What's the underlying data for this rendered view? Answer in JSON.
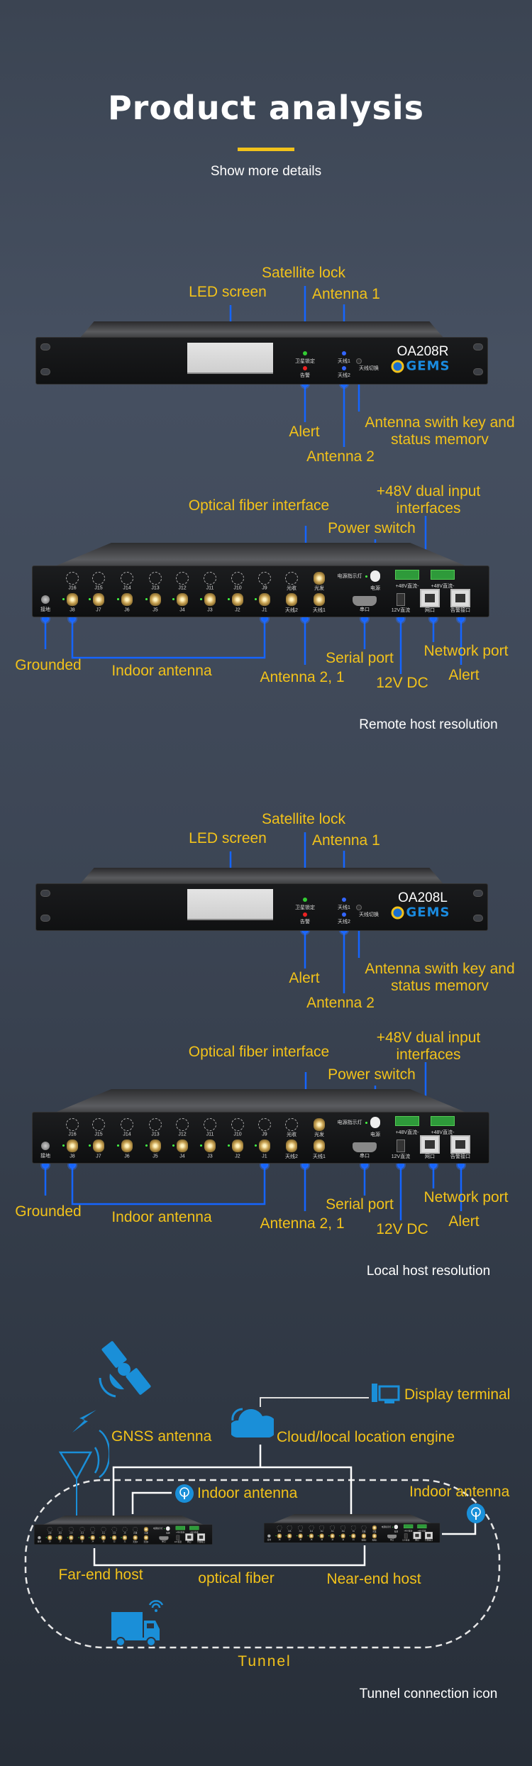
{
  "header": {
    "title": "Product analysis",
    "subtitle": "Show more details"
  },
  "colors": {
    "accent": "#f2c21a",
    "callout": "#1565ff",
    "icon_blue": "#1a8fd8"
  },
  "front_silk": {
    "sat_lock": "卫星锁定",
    "alert": "告警",
    "ant1": "天线1",
    "ant2": "天线2",
    "switch": "天线切换",
    "brand": "GEMS"
  },
  "back_silk": {
    "top_row": [
      "J16",
      "J15",
      "J14",
      "J13",
      "J12",
      "J11",
      "J10",
      "J9",
      "光收",
      "光发"
    ],
    "bottom_row": [
      "J8",
      "J7",
      "J6",
      "J5",
      "J4",
      "J3",
      "J2",
      "J1",
      "天线2",
      "天线1"
    ],
    "ground": "接地",
    "power_indicator": "电源指示灯",
    "power": "电源",
    "dc48": "+48V直流-",
    "serial": "串口",
    "dc12": "12V直流",
    "network": "网口",
    "alert_port": "告警接口"
  },
  "sections": [
    {
      "model": "OA208R",
      "front_labels": {
        "led_screen": "LED screen",
        "satellite_lock": "Satellite lock",
        "antenna1": "Antenna 1",
        "alert": "Alert",
        "antenna2": "Antenna 2",
        "switch_line1": "Antenna swith key and",
        "switch_line2": "status memorv"
      },
      "back_labels": {
        "optical": "Optical fiber interface",
        "dual_line1": "+48V dual input",
        "dual_line2": "interfaces",
        "power_switch": "Power switch",
        "grounded": "Grounded",
        "indoor": "Indoor antenna",
        "antenna21": "Antenna 2, 1",
        "serial": "Serial port",
        "dc12": "12V DC",
        "network": "Network port",
        "alert": "Alert"
      },
      "caption": "Remote host resolution"
    },
    {
      "model": "OA208L",
      "front_labels": {
        "led_screen": "LED screen",
        "satellite_lock": "Satellite lock",
        "antenna1": "Antenna 1",
        "alert": "Alert",
        "antenna2": "Antenna 2",
        "switch_line1": "Antenna swith key and",
        "switch_line2": "status memorv"
      },
      "back_labels": {
        "optical": "Optical fiber interface",
        "dual_line1": "+48V dual input",
        "dual_line2": "interfaces",
        "power_switch": "Power switch",
        "grounded": "Grounded",
        "indoor": "Indoor antenna",
        "antenna21": "Antenna 2, 1",
        "serial": "Serial port",
        "dc12": "12V DC",
        "network": "Network port",
        "alert": "Alert"
      },
      "caption": "Local host resolution"
    }
  ],
  "diagram": {
    "gnss": "GNSS antenna",
    "display": "Display terminal",
    "cloud": "Cloud/local location engine",
    "indoor_left": "Indoor antenna",
    "indoor_right": "Indoor antenna",
    "far_end": "Far-end host",
    "fiber": "optical fiber",
    "near_end": "Near-end host",
    "tunnel": "Tunnel",
    "caption": "Tunnel connection icon"
  }
}
